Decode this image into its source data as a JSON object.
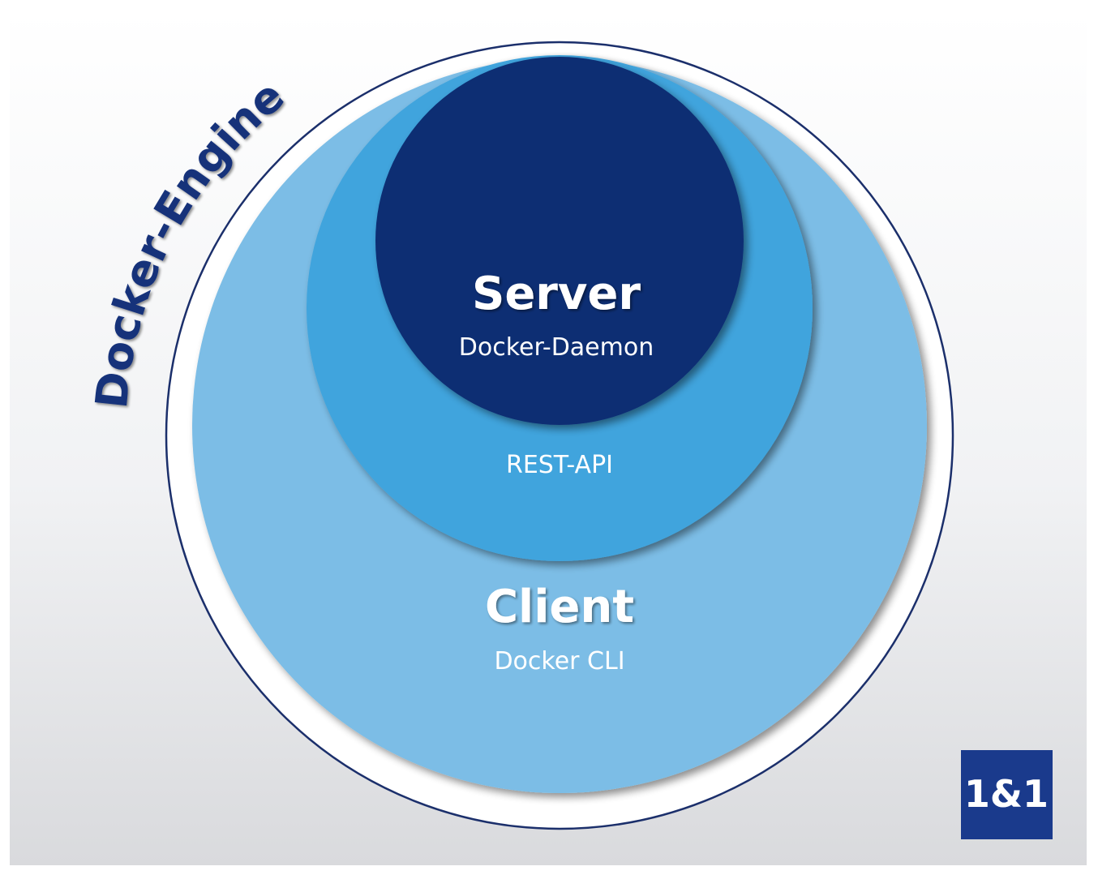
{
  "engine": {
    "label": "Docker-Engine"
  },
  "server": {
    "title": "Server",
    "subtitle": "Docker-Daemon"
  },
  "api": {
    "label": "REST-API"
  },
  "client": {
    "title": "Client",
    "subtitle": "Docker CLI"
  },
  "logo": {
    "text": "1&1"
  },
  "colors": {
    "outer_ring": "#1b2f6b",
    "client_fill": "#7bbde6",
    "api_fill": "#3fa4dd",
    "server_fill": "#0e2f73",
    "engine_text": "#14307a",
    "logo_bg": "#1a3a8c",
    "label_text": "#ffffff"
  }
}
